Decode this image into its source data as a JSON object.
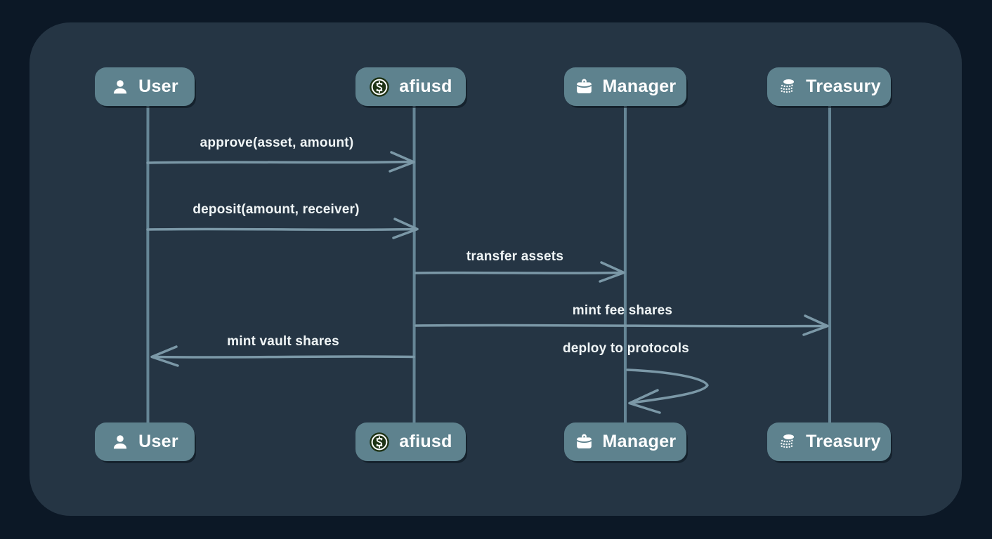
{
  "diagram": {
    "type": "sequence-diagram",
    "actors": [
      {
        "id": "user",
        "label": "User",
        "icon": "user-icon"
      },
      {
        "id": "afiusd",
        "label": "afiusd",
        "icon": "afiusd-token-icon"
      },
      {
        "id": "manager",
        "label": "Manager",
        "icon": "briefcase-icon"
      },
      {
        "id": "treasury",
        "label": "Treasury",
        "icon": "coins-icon"
      }
    ],
    "messages": [
      {
        "from": "user",
        "to": "afiusd",
        "label": "approve(asset, amount)"
      },
      {
        "from": "user",
        "to": "afiusd",
        "label": "deposit(amount, receiver)"
      },
      {
        "from": "afiusd",
        "to": "manager",
        "label": "transfer assets"
      },
      {
        "from": "afiusd",
        "to": "treasury",
        "label": "mint fee shares"
      },
      {
        "from": "afiusd",
        "to": "user",
        "label": "mint vault shares"
      },
      {
        "from": "manager",
        "to": "manager",
        "label": "deploy to protocols"
      }
    ],
    "colors": {
      "outer_background": "#0c1826",
      "panel_background": "#253544",
      "actor_box": "#5e828e",
      "lifeline": "#6e8fa0",
      "arrow": "#7b98a7",
      "label_text": "#f0f5f6",
      "token_green": "#1e3214"
    }
  }
}
